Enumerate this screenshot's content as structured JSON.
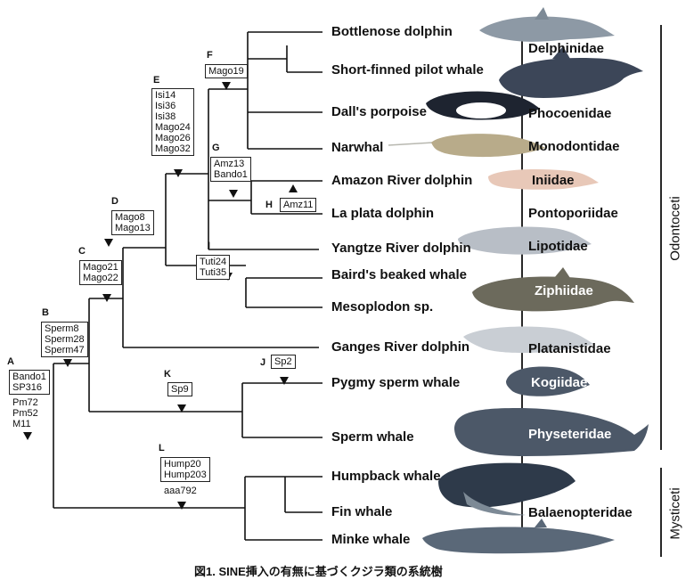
{
  "species": [
    "Bottlenose dolphin",
    "Short-finned pilot whale",
    "Dall's porpoise",
    "Narwhal",
    "Amazon River dolphin",
    "La plata dolphin",
    "Yangtze River dolphin",
    "Baird's beaked whale",
    "Mesoplodon sp.",
    "Ganges River dolphin",
    "Pygmy sperm whale",
    "Sperm whale",
    "Humpback whale",
    "Fin whale",
    "Minke whale"
  ],
  "families": [
    "Delphinidae",
    "Phocoenidae",
    "Monodontidae",
    "Iniidae",
    "Pontoporiidae",
    "Lipotidae",
    "Ziphiidae",
    "Platanistidae",
    "Kogiidae",
    "Physeteridae",
    "Balaenopteridae"
  ],
  "suborders": [
    "Odontoceti",
    "Mysticeti"
  ],
  "nodes": {
    "A": {
      "label": "A",
      "boxed": [
        "Bando1",
        "SP316"
      ],
      "unboxed": [
        "Pm72",
        "Pm52",
        "M11"
      ]
    },
    "B": {
      "label": "B",
      "boxed": [
        "Sperm8",
        "Sperm28",
        "Sperm47"
      ]
    },
    "C": {
      "label": "C",
      "boxed": [
        "Mago21",
        "Mago22"
      ]
    },
    "D": {
      "label": "D",
      "boxed": [
        "Mago8",
        "Mago13"
      ]
    },
    "E": {
      "label": "E",
      "boxed": [
        "Isi14",
        "Isi36",
        "Isi38",
        "Mago24",
        "Mago26",
        "Mago32"
      ]
    },
    "F": {
      "label": "F",
      "boxed": [
        "Mago19"
      ]
    },
    "G": {
      "label": "G",
      "boxed": [
        "Amz13",
        "Bando1"
      ]
    },
    "H": {
      "label": "H",
      "boxed": [
        "Amz11"
      ]
    },
    "I": {
      "label": "I",
      "boxed": [
        "Tuti24",
        "Tuti35"
      ]
    },
    "J": {
      "label": "J",
      "boxed": [
        "Sp2"
      ]
    },
    "K": {
      "label": "K",
      "boxed": [
        "Sp9"
      ]
    },
    "L": {
      "label": "L",
      "boxed": [
        "Hump20",
        "Hump203"
      ],
      "unboxed": [
        "aaa792"
      ]
    }
  },
  "caption": "図1. SINE挿入の有無に基づくクジラ類の系統樹",
  "colors": {
    "line": "#111111",
    "whale_dark": "#3c4658",
    "whale_mid": "#7d8a96",
    "whale_light": "#c9ced4",
    "iniidae_pink": "#e8c8b8"
  }
}
